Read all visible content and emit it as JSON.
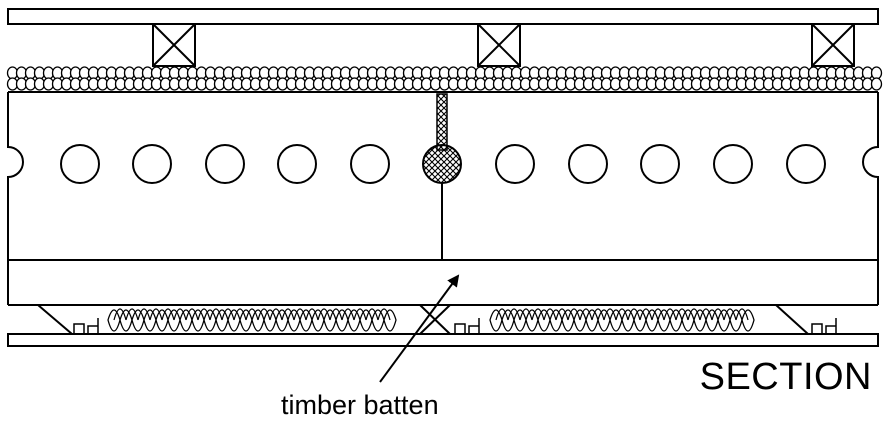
{
  "diagram": {
    "title": "SECTION",
    "annotations": [
      {
        "id": "timber-batten",
        "text": "timber batten"
      }
    ],
    "colors": {
      "line": "#000000",
      "background": "#ffffff"
    }
  }
}
